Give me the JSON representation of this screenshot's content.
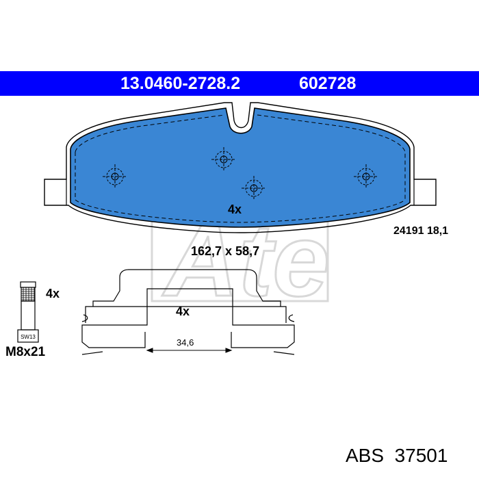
{
  "header": {
    "part_number": "13.0460-2728.2",
    "reference_number": "602728"
  },
  "pad": {
    "quantity": "4x",
    "wva_spec": "24191 18,1",
    "dimensions": "162,7 x 58,7"
  },
  "bolt": {
    "quantity": "4x",
    "wrench_label": "SW13",
    "size": "M8x21"
  },
  "clip": {
    "quantity": "4x",
    "width": "34,6"
  },
  "watermark": {
    "brand": "Ate"
  },
  "footer": {
    "code": "ABS  37501"
  },
  "colors": {
    "header_blue": "#0000ff",
    "pad_blue": "#3a86d4",
    "line": "#000000",
    "watermark": "#d8d8d8"
  }
}
